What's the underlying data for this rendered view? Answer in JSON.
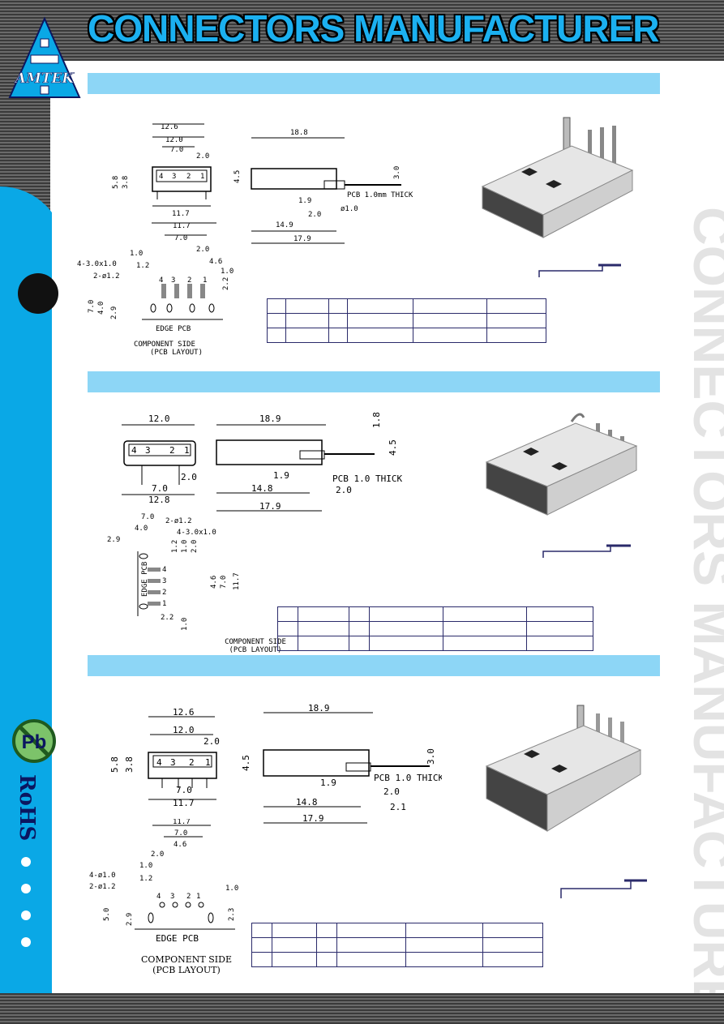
{
  "header": {
    "title": "CONNECTORS MANUFACTURER",
    "logo_text": "AMTEK"
  },
  "watermark": {
    "text": "CONNECTORS MANUFACTURE"
  },
  "sidebar": {
    "pb_label": "Pb",
    "rohs_label": "RoHS",
    "dots": 4
  },
  "colors": {
    "accent": "#1bb0f0",
    "bar": "#8dd6f6",
    "side": "#0aa8e6",
    "navy": "#2a2a6a"
  },
  "sections": [
    {
      "front_dims": [
        "12.6",
        "12.0",
        "7.0",
        "2.0",
        "5.8",
        "3.8",
        "11.7"
      ],
      "side_dims": [
        "18.8",
        "4.5",
        "3.0",
        "1.9",
        "2.0",
        "14.9",
        "17.9"
      ],
      "side_notes": [
        "PCB 1.0mm THICK",
        "ø1.0"
      ],
      "pins": [
        "4",
        "3",
        "2",
        "1"
      ],
      "pcb_dims": [
        "11.7",
        "7.0",
        "2.0",
        "4.6",
        "1.0",
        "1.0",
        "1.2",
        "2.2",
        "7.0",
        "4.0",
        "2.9"
      ],
      "pcb_holes": [
        "4-3.0x1.0",
        "2-ø1.2"
      ],
      "edge_label": "EDGE PCB",
      "layout_label": [
        "COMPONENT SIDE",
        "(PCB LAYOUT)"
      ]
    },
    {
      "front_dims": [
        "12.0",
        "7.0",
        "2.0",
        "12.8"
      ],
      "side_dims": [
        "18.9",
        "1.8",
        "4.5",
        "1.9",
        "14.8",
        "2.0",
        "17.9"
      ],
      "side_notes": [
        "PCB 1.0 THICK"
      ],
      "pins": [
        "4",
        "3",
        "2",
        "1"
      ],
      "pcb_dims": [
        "7.0",
        "4.0",
        "2.9",
        "1.2",
        "1.0",
        "2.0",
        "4.6",
        "7.0",
        "11.7",
        "2.2",
        "1.0"
      ],
      "pcb_holes": [
        "2-ø1.2",
        "4-3.0x1.0"
      ],
      "edge_label": "EDGE PCB",
      "layout_label": [
        "COMPONENT SIDE",
        "(PCB LAYOUT)"
      ]
    },
    {
      "front_dims": [
        "12.6",
        "12.0",
        "2.0",
        "5.8",
        "3.8",
        "7.0",
        "11.7"
      ],
      "side_dims": [
        "18.9",
        "4.5",
        "3.0",
        "1.9",
        "2.0",
        "14.8",
        "2.1",
        "17.9"
      ],
      "side_notes": [
        "PCB 1.0 THICK"
      ],
      "pins": [
        "4",
        "3",
        "2",
        "1"
      ],
      "pcb_dims": [
        "11.7",
        "7.0",
        "4.6",
        "2.0",
        "1.0",
        "1.2",
        "1.0",
        "5.0",
        "2.9",
        "2.3"
      ],
      "pcb_holes": [
        "4-ø1.0",
        "2-ø1.2"
      ],
      "edge_label": "EDGE PCB",
      "layout_label": [
        "COMPONENT SIDE",
        "(PCB LAYOUT)"
      ]
    }
  ]
}
